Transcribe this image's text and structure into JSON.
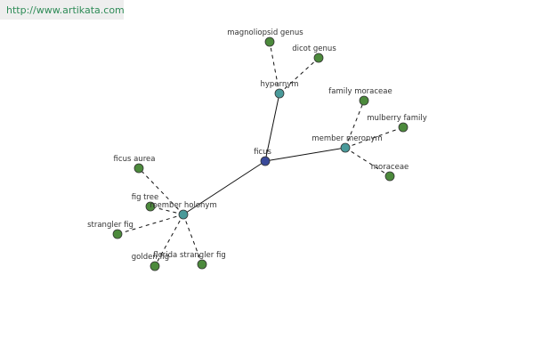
{
  "header": {
    "url": "http://www.artikata.com"
  },
  "graph": {
    "colors": {
      "root": "#3a4a9a",
      "relation": "#4a9a9a",
      "leaf": "#4c8a3c",
      "node_stroke": "#333333",
      "edge": "#111111"
    },
    "nodes": [
      {
        "id": "ficus",
        "label": "ficus",
        "kind": "root"
      },
      {
        "id": "hypernym",
        "label": "hypernym",
        "kind": "relation"
      },
      {
        "id": "member-meronym",
        "label": "member meronym",
        "kind": "relation"
      },
      {
        "id": "member-holonym",
        "label": "member holonym",
        "kind": "relation"
      },
      {
        "id": "magnoliopsid-genus",
        "label": "magnoliopsid genus",
        "kind": "leaf"
      },
      {
        "id": "dicot-genus",
        "label": "dicot genus",
        "kind": "leaf"
      },
      {
        "id": "family-moraceae",
        "label": "family moraceae",
        "kind": "leaf"
      },
      {
        "id": "mulberry-family",
        "label": "mulberry family",
        "kind": "leaf"
      },
      {
        "id": "moraceae",
        "label": "moraceae",
        "kind": "leaf"
      },
      {
        "id": "ficus-aurea",
        "label": "ficus aurea",
        "kind": "leaf"
      },
      {
        "id": "fig-tree",
        "label": "fig tree",
        "kind": "leaf"
      },
      {
        "id": "strangler-fig",
        "label": "strangler fig",
        "kind": "leaf"
      },
      {
        "id": "golden-fig",
        "label": "golden fig",
        "kind": "leaf"
      },
      {
        "id": "florida-strangler-fig",
        "label": "florida strangler fig",
        "kind": "leaf"
      }
    ],
    "edges": [
      {
        "from": "ficus",
        "to": "hypernym",
        "style": "solid"
      },
      {
        "from": "ficus",
        "to": "member-meronym",
        "style": "solid"
      },
      {
        "from": "ficus",
        "to": "member-holonym",
        "style": "solid"
      },
      {
        "from": "hypernym",
        "to": "magnoliopsid-genus",
        "style": "dashed"
      },
      {
        "from": "hypernym",
        "to": "dicot-genus",
        "style": "dashed"
      },
      {
        "from": "member-meronym",
        "to": "family-moraceae",
        "style": "dashed"
      },
      {
        "from": "member-meronym",
        "to": "mulberry-family",
        "style": "dashed"
      },
      {
        "from": "member-meronym",
        "to": "moraceae",
        "style": "dashed"
      },
      {
        "from": "member-holonym",
        "to": "ficus-aurea",
        "style": "dashed"
      },
      {
        "from": "member-holonym",
        "to": "fig-tree",
        "style": "dashed"
      },
      {
        "from": "member-holonym",
        "to": "strangler-fig",
        "style": "dashed"
      },
      {
        "from": "member-holonym",
        "to": "golden-fig",
        "style": "dashed"
      },
      {
        "from": "member-holonym",
        "to": "florida-strangler-fig",
        "style": "dashed"
      }
    ]
  }
}
